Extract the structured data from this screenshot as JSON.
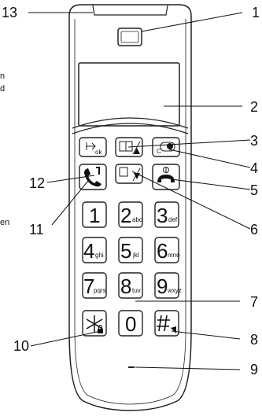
{
  "callouts": [
    "13",
    "1",
    "2",
    "3",
    "4",
    "5",
    "6",
    "7",
    "8",
    "9",
    "10",
    "11",
    "12"
  ],
  "edge_text": [
    "n",
    "d",
    "en"
  ],
  "keys": [
    {
      "main": "1",
      "sub": ""
    },
    {
      "main": "2",
      "sub": "abc"
    },
    {
      "main": "3",
      "sub": "def"
    },
    {
      "main": "4",
      "sub": "ghi"
    },
    {
      "main": "5",
      "sub": "jkl"
    },
    {
      "main": "6",
      "sub": "mno"
    },
    {
      "main": "7",
      "sub": "pqrs"
    },
    {
      "main": "8",
      "sub": "tuv"
    },
    {
      "main": "9",
      "sub": "wxyz"
    },
    {
      "main": "*",
      "sub": ""
    },
    {
      "main": "0",
      "sub": ""
    },
    {
      "main": "#",
      "sub": ""
    }
  ],
  "softkeys": {
    "ok": "ok",
    "clear": "C"
  }
}
